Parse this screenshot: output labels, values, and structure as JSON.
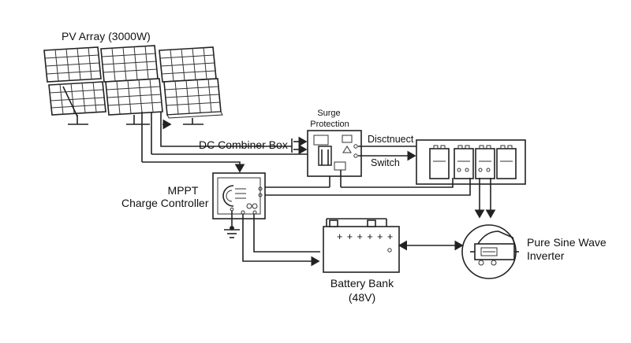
{
  "labels": {
    "pv_array": "PV Array (3000W)",
    "surge_line1": "Surge",
    "surge_line2": "Protection",
    "combiner": "DC Combiner Box",
    "disconnect": "Disctnuect",
    "switch": "Switch",
    "mppt_line1": "MPPT",
    "mppt_line2": "Charge Controller",
    "battery_line1": "Battery Bank",
    "battery_line2": "(48V)",
    "inverter_line1": "Pure Sine Wave",
    "inverter_line2": "Inverter",
    "battery_terminals": "+ + + + + +"
  }
}
